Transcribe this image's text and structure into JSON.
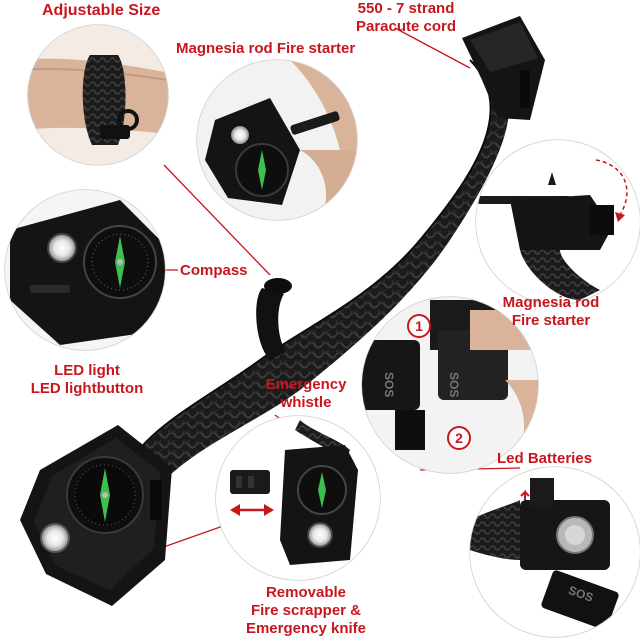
{
  "labels": {
    "adjustable_size": "Adjustable Size",
    "cord_line1": "550 - 7 strand",
    "cord_line2": "Paracute cord",
    "fire_starter_top": "Magnesia rod Fire starter",
    "compass": "Compass",
    "led_light": "LED light",
    "led_lightbutton": "LED lightbutton",
    "magnesia_line1": "Magnesia rod",
    "magnesia_line2": "Fire starter",
    "whistle_line1": "Emergency",
    "whistle_line2": "whistle",
    "led_batteries": "Led Batteries",
    "removable_line1": "Removable",
    "removable_line2": "Fire scrapper &",
    "removable_line3": "Emergency knife"
  },
  "steps": {
    "one": "1",
    "two": "2"
  },
  "sos_text": "SOS",
  "colors": {
    "accent": "#c8161d",
    "cord": "#1b1b1b",
    "cord_highlight": "#3a3a3a",
    "plastic": "#141414",
    "skin": "#d9b49a",
    "compass_face": "#0e0e0e",
    "compass_needle": "#3fbf4f"
  }
}
